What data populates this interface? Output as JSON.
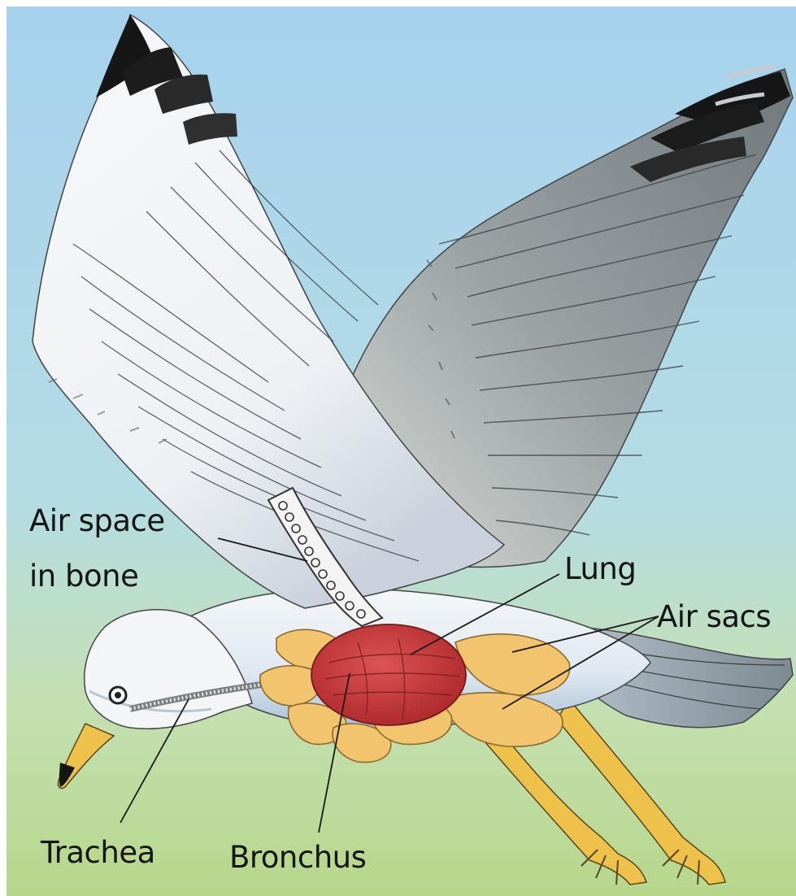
{
  "labels": {
    "air_space_line1": "Air space",
    "air_space_line2": "in bone",
    "lung": "Lung",
    "air_sacs": "Air sacs",
    "trachea": "Trachea",
    "bronchus": "Bronchus"
  },
  "colors": {
    "sky_top": "#aad3ec",
    "sky_bottom": "#bcd98e",
    "feather_white": "#f4f6f8",
    "feather_grey": "#8d969a",
    "wingtip_black": "#161616",
    "lung_red": "#c93a3a",
    "air_sac_yellow": "#f2c46d",
    "beak_leg_yellow": "#eec24a",
    "leader_line": "#1a1a1a"
  }
}
